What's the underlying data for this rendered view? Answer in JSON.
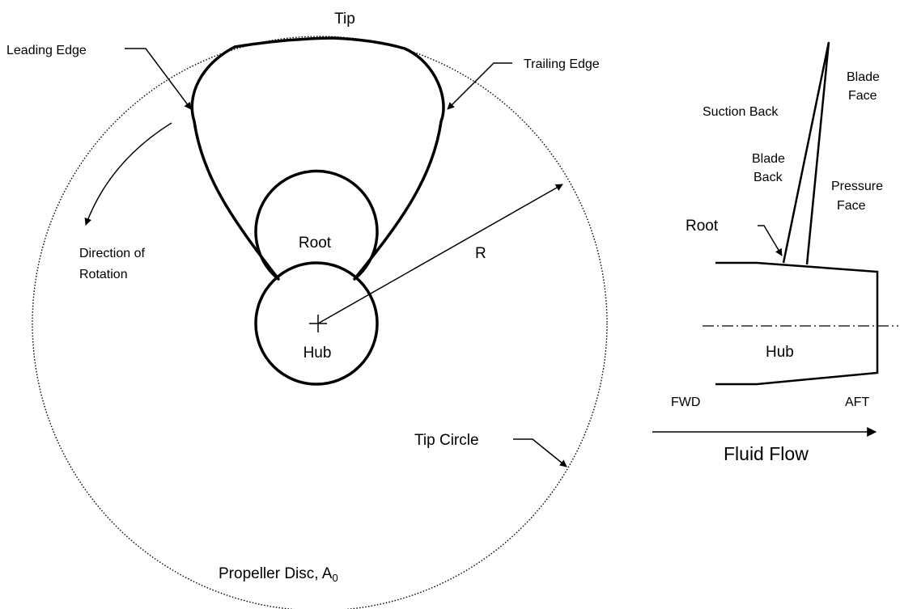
{
  "disc_view": {
    "tip": "Tip",
    "leading_edge": "Leading Edge",
    "trailing_edge": "Trailing Edge",
    "direction_of_rotation": [
      "Direction of",
      "Rotation"
    ],
    "root": "Root",
    "radius": "R",
    "hub": "Hub",
    "tip_circle": "Tip Circle",
    "propeller_disc": "Propeller Disc, A",
    "propeller_disc_subscript": "0"
  },
  "side_view": {
    "blade_face": [
      "Blade",
      "Face"
    ],
    "suction_back": "Suction Back",
    "blade_back": [
      "Blade",
      "Back"
    ],
    "pressure_face": [
      "Pressure",
      "Face"
    ],
    "root": "Root",
    "hub": "Hub",
    "fwd": "FWD",
    "aft": "AFT",
    "fluid_flow": "Fluid Flow"
  }
}
